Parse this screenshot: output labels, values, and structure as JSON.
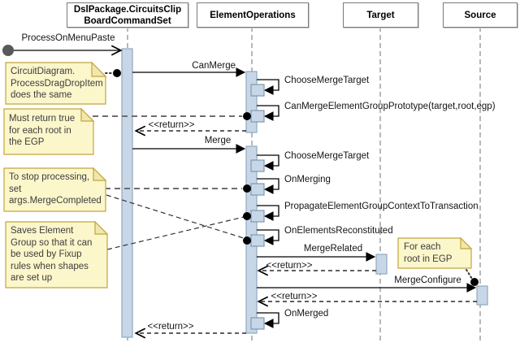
{
  "diagram_type": "uml-sequence-diagram",
  "lifelines": [
    {
      "title": "DslPackage.CircuitsClip\nBoardCommandSet"
    },
    {
      "title": "ElementOperations"
    },
    {
      "title": "Target"
    },
    {
      "title": "Source"
    }
  ],
  "messages": {
    "process_on_menu_paste": "ProcessOnMenuPaste",
    "can_merge": "CanMerge",
    "choose_merge_target_1": "ChooseMergeTarget",
    "can_merge_egp": "CanMergeElementGroupPrototype(target,root,egp)",
    "return_1": "<<return>>",
    "merge": "Merge",
    "choose_merge_target_2": "ChooseMergeTarget",
    "on_merging": "OnMerging",
    "propagate": "PropagateElementGroupContextToTransaction",
    "on_elements_reconstituted": "OnElementsReconstituted",
    "merge_related": "MergeRelated",
    "return_2": "<<return>>",
    "merge_configure": "MergeConfigure",
    "return_3": "<<return>>",
    "on_merged": "OnMerged",
    "return_4": "<<return>>"
  },
  "notes": {
    "circuit_diagram": "CircuitDiagram.\nProcessDragDropItem\ndoes the same",
    "must_return_true": "Must return true\nfor each root in\nthe EGP",
    "stop_processing": "To stop processing,\nset\nargs.MergeCompleted",
    "saves_element_group": "Saves Element\nGroup so that it can\nbe used by Fixup\nrules when shapes\nare set up",
    "for_each_root": "For each\nroot in EGP"
  },
  "colors": {
    "activation_fill": "#c7d7e7",
    "activation_stroke": "#8fa8bf",
    "note_fill": "#fcf6cb",
    "note_fold_fill": "#f1e7ad",
    "note_stroke": "#c0a73c",
    "lifeline": "#9aa2a8",
    "message": "#000000",
    "note_anchor": "#000000",
    "start_node": "#595959",
    "header_border": "#7a7a7a"
  }
}
